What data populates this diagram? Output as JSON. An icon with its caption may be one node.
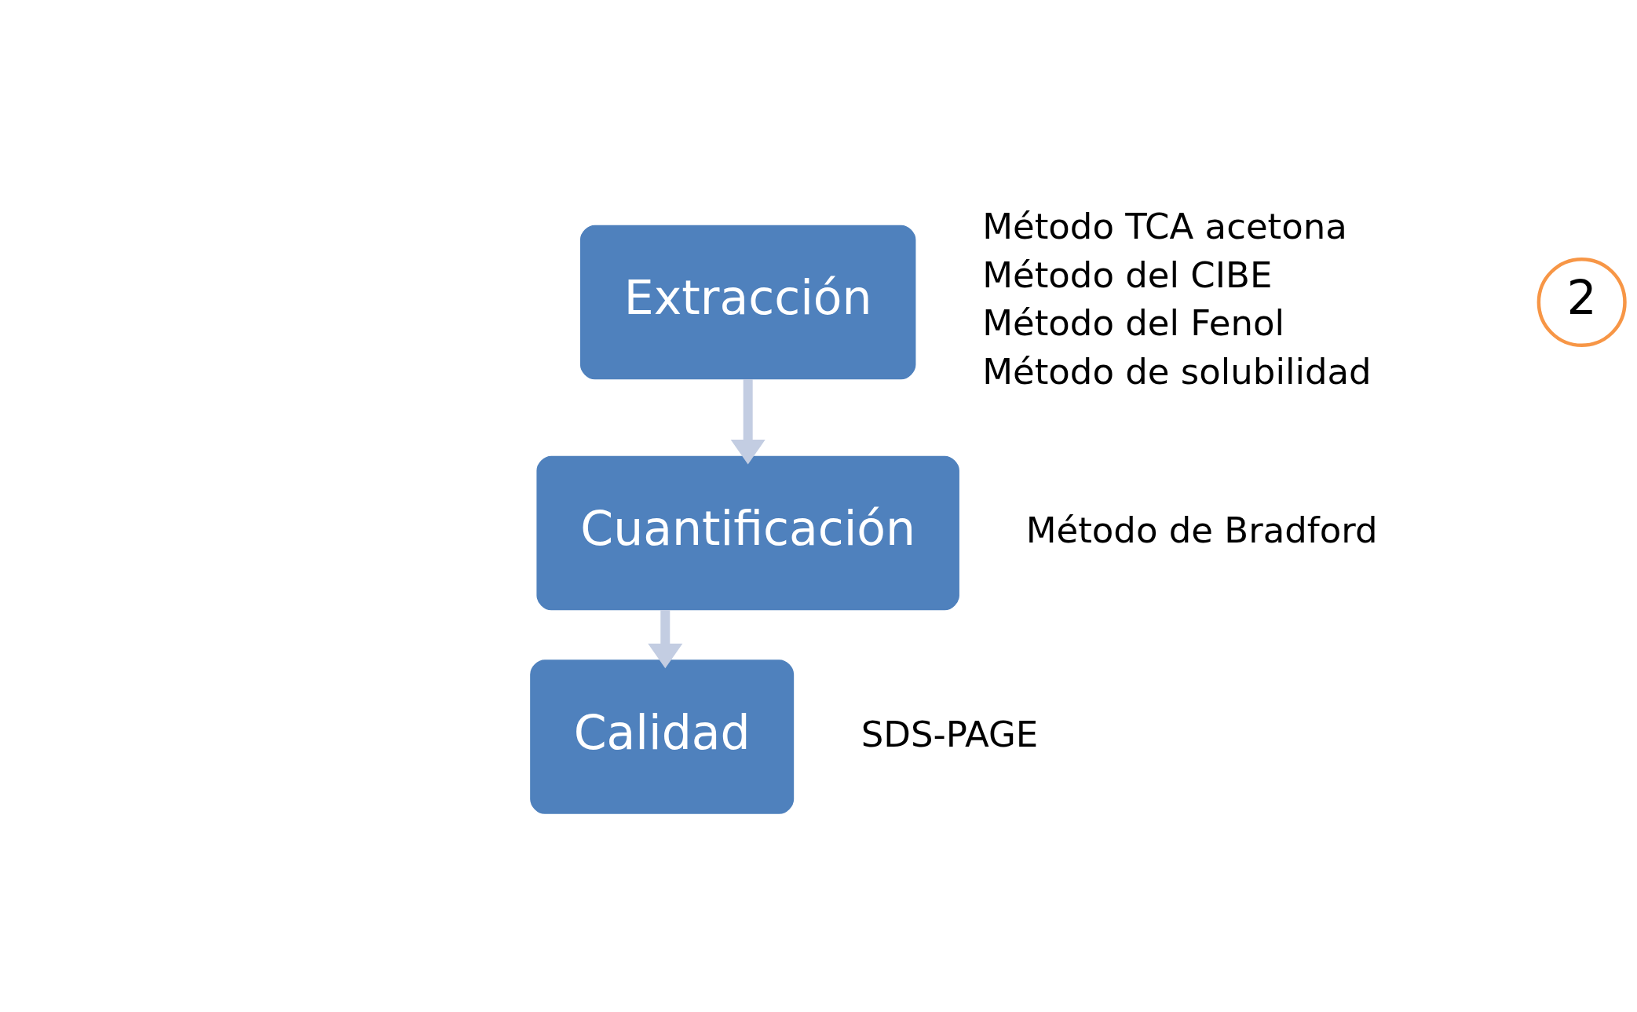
{
  "diagram": {
    "nodes": [
      {
        "text": [
          "Extracción"
        ],
        "beside": [
          "Método TCA acetona",
          "Método del CIBE",
          "Método del Fenol",
          "Método de solubilidad"
        ]
      },
      {
        "text": [
          "Cuantificación"
        ],
        "beside": [
          "Método de Bradford"
        ]
      },
      {
        "text": [
          "Calidad"
        ],
        "beside": [
          "SDS-PAGE"
        ]
      },
      {
        "text": [
          "2"
        ]
      }
    ],
    "edges": [
      {
        "from": 0,
        "to": 1,
        "arrow": "to"
      },
      {
        "from": 1,
        "to": 2,
        "arrow": "to"
      }
    ]
  }
}
